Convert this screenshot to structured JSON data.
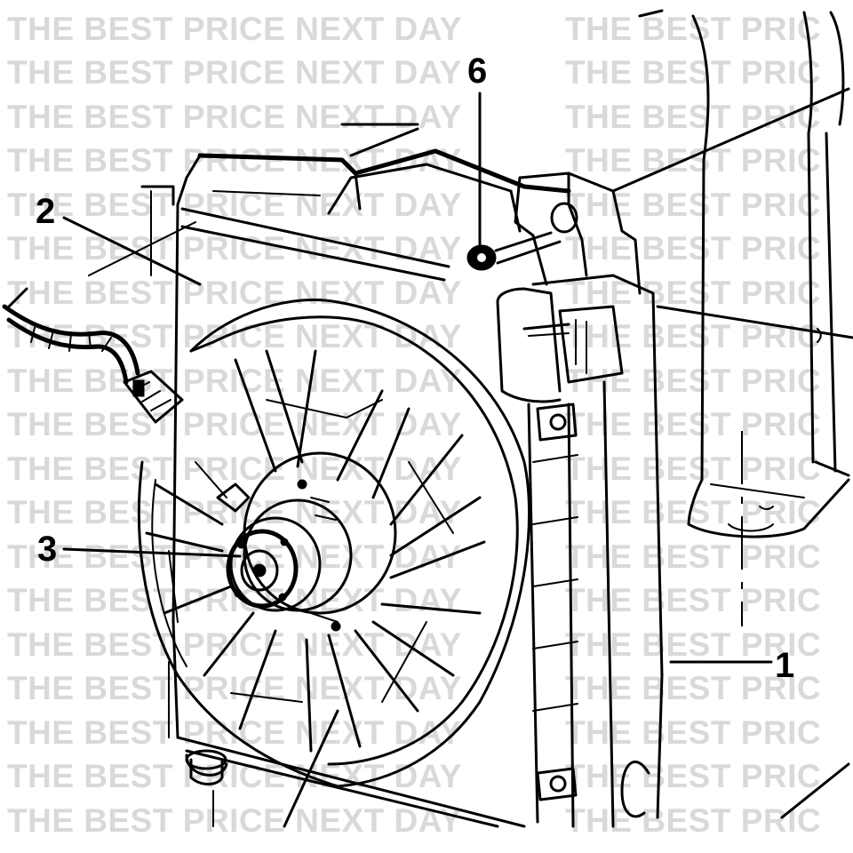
{
  "watermark": {
    "text": "THE BEST PRICE NEXT DAY",
    "text_right_columns": [
      "THE BEST PRIC",
      "THE BEST PRIC",
      "THE BEST PRIC",
      "THE BEST PRIC",
      "THE BEST PRIC",
      "THE BEST PRIC",
      "THE BEST PRIC",
      "THE BEST PRIC",
      "THE BEST PRIC",
      "THE BEST PRIC",
      "THE BEST PRIC",
      "THE BEST PRIC",
      "THE BEST PRIC",
      "THE BEST PRIC",
      "THE BEST PRIC",
      "THE BEST PRIC",
      "THE BEST PRIC",
      "THE BEST PRIC",
      "THE BEST PRIC"
    ],
    "color": "#d9d9d9"
  },
  "callouts": {
    "c1": "1",
    "c2": "2",
    "c3": "3",
    "c6": "6"
  },
  "colors": {
    "ink": "#000000",
    "background": "#ffffff"
  }
}
